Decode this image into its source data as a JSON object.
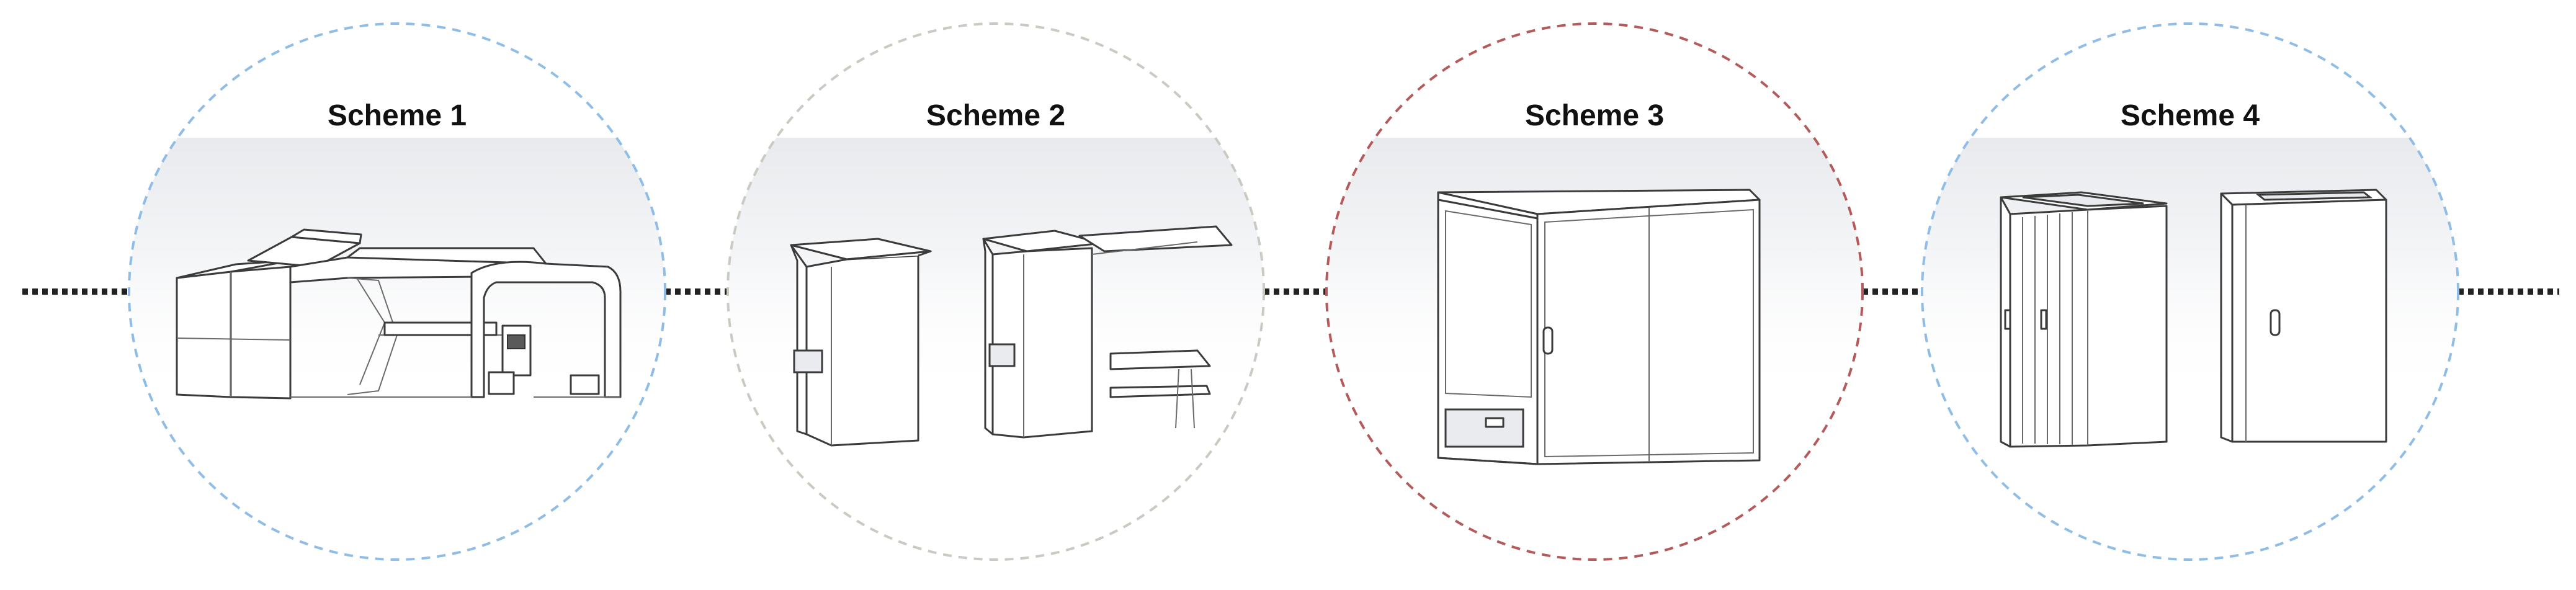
{
  "diagram": {
    "schemes": [
      {
        "id": "scheme-1",
        "title": "Scheme 1",
        "ring_color": "#8fbde8"
      },
      {
        "id": "scheme-2",
        "title": "Scheme 2",
        "ring_color": "#c9cbc3"
      },
      {
        "id": "scheme-3",
        "title": "Scheme 3",
        "ring_color": "#b55a5a"
      },
      {
        "id": "scheme-4",
        "title": "Scheme 4",
        "ring_color": "#8fbde8"
      }
    ],
    "connector_color": "#222222"
  }
}
